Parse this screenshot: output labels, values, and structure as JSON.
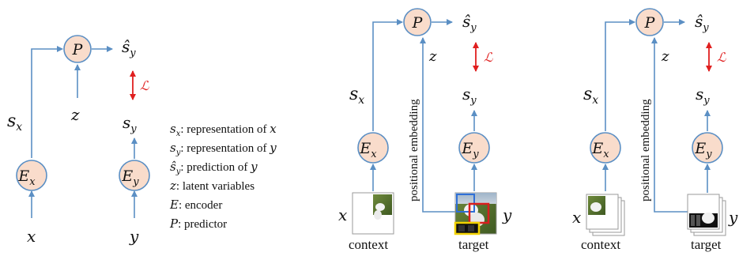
{
  "panels": [
    {
      "predictor": "P",
      "prediction": "ŝ",
      "prediction_sub": "y",
      "loss": "ℒ",
      "latent": "z",
      "context_rep": "s",
      "context_rep_sub": "x",
      "target_rep": "s",
      "target_rep_sub": "y",
      "context_encoder": "E",
      "context_encoder_sub": "x",
      "target_encoder": "E",
      "target_encoder_sub": "y",
      "context_input": "x",
      "target_input": "y"
    },
    {
      "predictor": "P",
      "prediction": "ŝ",
      "prediction_sub": "y",
      "loss": "ℒ",
      "latent": "z",
      "context_rep": "s",
      "context_rep_sub": "x",
      "target_rep": "s",
      "target_rep_sub": "y",
      "context_encoder": "E",
      "context_encoder_sub": "x",
      "target_encoder": "E",
      "target_encoder_sub": "y",
      "context_input": "x",
      "target_input": "y",
      "positional_embedding": "positional embedding",
      "context_caption": "context",
      "target_caption": "target"
    },
    {
      "predictor": "P",
      "prediction": "ŝ",
      "prediction_sub": "y",
      "loss": "ℒ",
      "latent": "z",
      "context_rep": "s",
      "context_rep_sub": "x",
      "target_rep": "s",
      "target_rep_sub": "y",
      "context_encoder": "E",
      "context_encoder_sub": "x",
      "target_encoder": "E",
      "target_encoder_sub": "y",
      "context_input": "x",
      "target_input": "y",
      "positional_embedding": "positional embedding",
      "context_caption": "context",
      "target_caption": "target"
    }
  ],
  "legend": [
    {
      "sym": "s",
      "sub": "x",
      "text": ": representation of ",
      "var": "x"
    },
    {
      "sym": "s",
      "sub": "y",
      "text": ": representation of ",
      "var": "y"
    },
    {
      "sym": "ŝ",
      "sub": "y",
      "text": ": prediction of ",
      "var": "y"
    },
    {
      "sym": "z",
      "sub": "",
      "text": ": latent variables",
      "var": ""
    },
    {
      "sym": "E",
      "sub": "",
      "text": ": encoder",
      "var": ""
    },
    {
      "sym": "P",
      "sub": "",
      "text": ": predictor",
      "var": ""
    }
  ],
  "colors": {
    "node_fill": "#f9dccb",
    "node_stroke": "#5b8fc4",
    "arrow": "#5b8fc4",
    "loss": "#e01f1f"
  }
}
